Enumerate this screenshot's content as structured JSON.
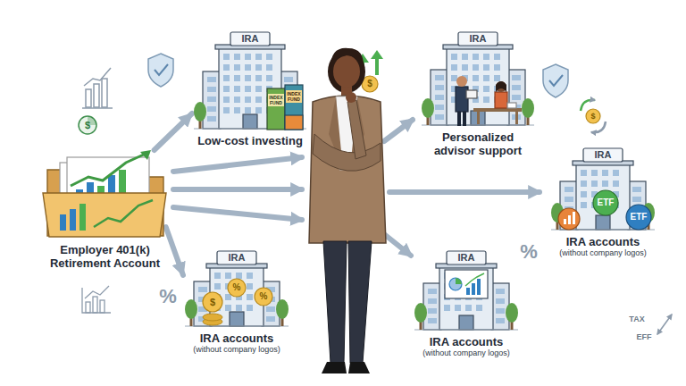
{
  "diagram": {
    "nodes": [
      {
        "text": [
          "Employer 401(k) Retirement Account"
        ]
      },
      {
        "text": [
          "IRA",
          "Low-cost investing"
        ]
      },
      {
        "text": [
          "IRA",
          "Personalized advisor support"
        ]
      },
      {
        "text": [
          "IRA",
          "IRA accounts",
          "(without company logos)"
        ]
      },
      {
        "text": [
          "IRA",
          "IRA accounts",
          "(without company logos)"
        ]
      },
      {
        "text": [
          "IRA",
          "IRA accounts",
          "(without company logos)"
        ]
      }
    ],
    "edges": [
      {
        "from": 0,
        "to": 1,
        "arrow": "to"
      },
      {
        "from": 0,
        "to": 4,
        "arrow": "to"
      }
    ],
    "labels": [
      "INDEX FUND",
      "INDEX FUND",
      "$",
      "$",
      "ETF",
      "ETF",
      "$",
      "%",
      "%",
      "%",
      "$",
      "%",
      "TAX",
      "EFF"
    ]
  }
}
